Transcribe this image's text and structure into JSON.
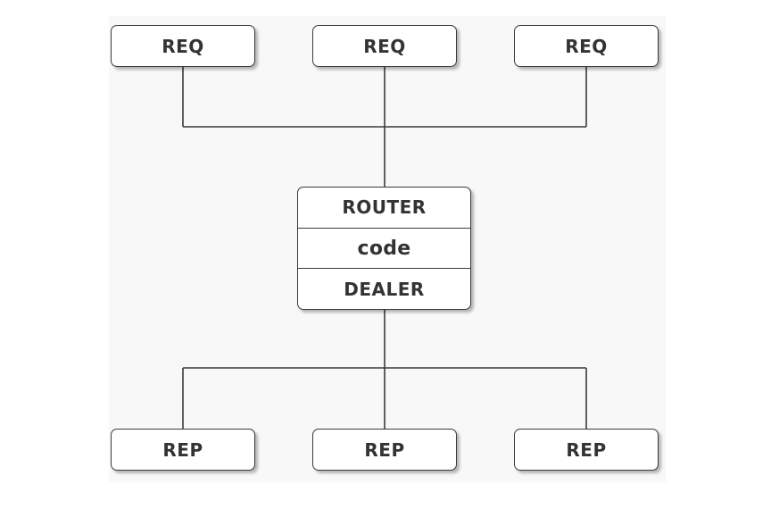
{
  "diagram": {
    "requesters": [
      "REQ",
      "REQ",
      "REQ"
    ],
    "broker": {
      "frontend": "ROUTER",
      "middle": "code",
      "backend": "DEALER"
    },
    "responders": [
      "REP",
      "REP",
      "REP"
    ]
  },
  "colors": {
    "stroke": "#3a3a3a",
    "text": "#333333",
    "background": "#f8f8f8"
  }
}
